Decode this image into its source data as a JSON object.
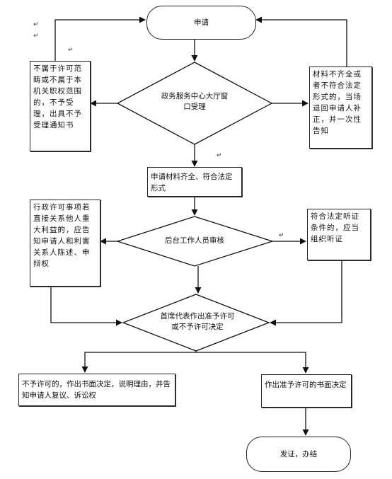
{
  "nodes": {
    "apply": "申请",
    "reject": "不属于许可范畴或不属于本机关职权范围的，不予受理，出具不予受理通知书",
    "window": "政务服务中心大厅窗口受理",
    "supplement": "材料不齐全或者不符合法定形式的，当场退回申请人补正，并一次性告知",
    "complete": "申请材料齐全、符合法定形式",
    "inform": "行政许可事项若直接关系他人重大利益的，应告知申请人和利害关系人陈述、申辩权",
    "review": "后台工作人员审核",
    "hearing": "符合法定听证条件的，应当组织听证",
    "decide": "首席代表作出准予许可或不予许可决定",
    "deny": "不予许可的，作出书面决定，说明理由，并告知申请人复议、诉讼权",
    "grant": "作出准予许可的书面决定",
    "finish": "发证，办结"
  },
  "marks": {
    "para": "↵"
  }
}
